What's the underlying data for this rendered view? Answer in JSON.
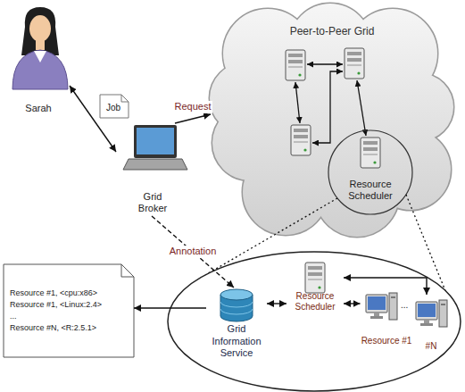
{
  "diagram": {
    "nodes": [
      {
        "text": [
          "Sarah"
        ]
      },
      {
        "text": [
          "Job"
        ]
      },
      {
        "text": [
          "Grid Broker"
        ]
      },
      {
        "text": [
          "Peer-to-Peer Grid"
        ]
      },
      {
        "text": [
          "Resource Scheduler"
        ],
        "in": 3
      },
      {
        "text": [
          "Grid Information Service"
        ]
      },
      {
        "text": [
          "Resource Scheduler"
        ]
      },
      {
        "text": [
          "Resource #1"
        ]
      },
      {
        "text": [
          "#N"
        ]
      },
      {
        "text": [
          "Resource #1, <cpu:x86>",
          "Resource #1, <Linux:2.4>",
          "...",
          "Resource #N, <R:2.5.1>"
        ]
      }
    ],
    "edges": [
      {
        "from": 0,
        "to": 2,
        "arrow": "both"
      },
      {
        "from": 2,
        "to": 3,
        "label": "Request",
        "arrow": "to"
      },
      {
        "from": 2,
        "to": 5,
        "label": "Annotation",
        "arrow": "to"
      },
      {
        "from": 5,
        "to": 9,
        "arrow": "to"
      },
      {
        "from": 5,
        "to": 6,
        "arrow": "both"
      },
      {
        "from": 6,
        "to": 7,
        "arrow": "both"
      },
      {
        "from": 6,
        "to": 8,
        "arrow": "both"
      }
    ],
    "labels": [
      "..."
    ]
  }
}
